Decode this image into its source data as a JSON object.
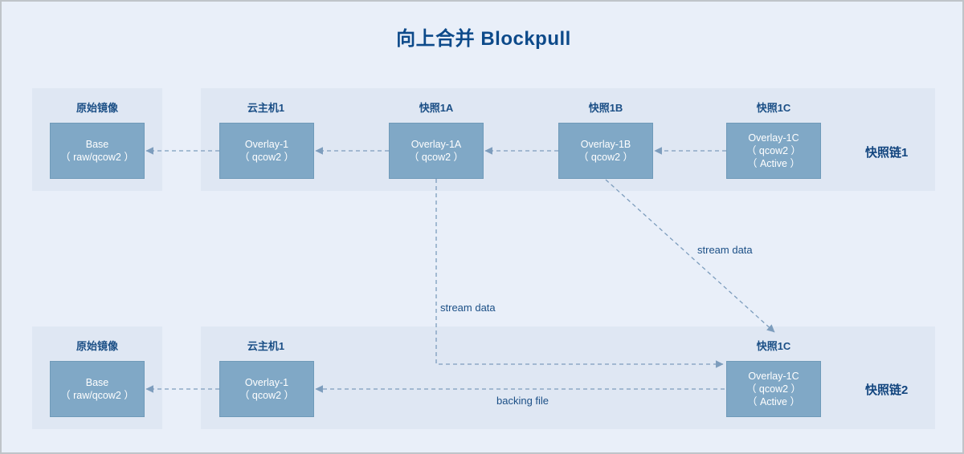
{
  "title": "向上合并 Blockpull",
  "theme": {
    "page_bg": "#e9eff9",
    "panel_bg": "#dfe7f3",
    "box_fill": "#80a8c6",
    "box_border": "#6f9ab9",
    "text_accent": "#13467f",
    "wire": "#7d9dbd",
    "frame_border": "#bfc4c9"
  },
  "chain1": {
    "label": "快照链1",
    "groups": [
      {
        "caption": "原始镜像",
        "box": {
          "lines": [
            "Base",
            "（ raw/qcow2 ）"
          ]
        }
      },
      {
        "caption": "云主机1",
        "box": {
          "lines": [
            "Overlay-1",
            "（ qcow2 ）"
          ]
        }
      },
      {
        "caption": "快照1A",
        "box": {
          "lines": [
            "Overlay-1A",
            "（ qcow2 ）"
          ]
        }
      },
      {
        "caption": "快照1B",
        "box": {
          "lines": [
            "Overlay-1B",
            "（ qcow2 ）"
          ]
        }
      },
      {
        "caption": "快照1C",
        "box": {
          "lines": [
            "Overlay-1C",
            "（ qcow2 ）",
            "（ Active ）"
          ]
        }
      }
    ]
  },
  "chain2": {
    "label": "快照链2",
    "groups": [
      {
        "caption": "原始镜像",
        "box": {
          "lines": [
            "Base",
            "（ raw/qcow2 ）"
          ]
        }
      },
      {
        "caption": "云主机1",
        "box": {
          "lines": [
            "Overlay-1",
            "（ qcow2 ）"
          ]
        }
      },
      {
        "caption": "快照1C",
        "box": {
          "lines": [
            "Overlay-1C",
            "（ qcow2 ）",
            "（ Active ）"
          ]
        }
      }
    ]
  },
  "edges": {
    "stream_data_vertical": "stream data",
    "stream_data_diagonal": "stream data",
    "backing_file": "backing file"
  }
}
